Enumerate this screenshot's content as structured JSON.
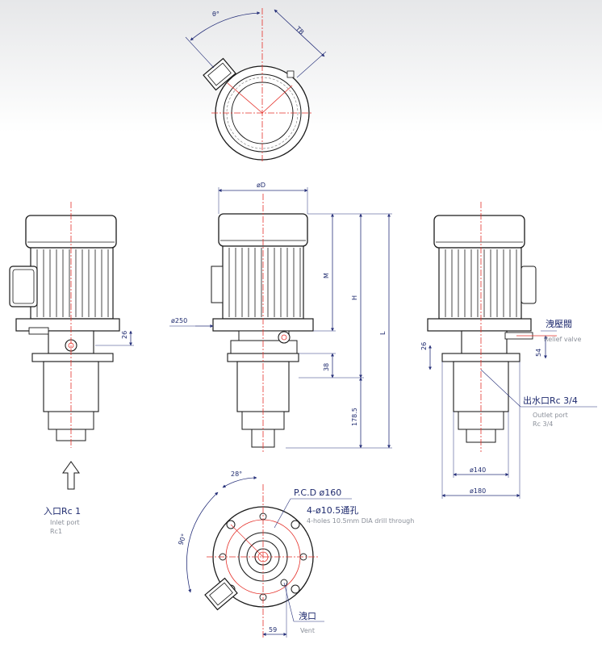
{
  "colors": {
    "outline": "#1a1a1a",
    "dimension": "#27317a",
    "centerline": "#e5312a",
    "label_cn": "#1e2a6e",
    "label_en": "#8a8f99",
    "background_top": "#e9eaec"
  },
  "top_view": {
    "angle_label": "θ°",
    "tb_label": "TB"
  },
  "front_view": {
    "d_label": "øD",
    "flange_label": "ø250",
    "m_label": "M",
    "h_label": "H",
    "l_label": "L",
    "dim_38": "38",
    "dim_178": "178.5"
  },
  "left_view": {
    "dim_26": "26",
    "inlet": {
      "cn": "入口Rc 1",
      "en_1": "Inlet port",
      "en_2": "Rc1"
    }
  },
  "right_view": {
    "dim_26": "26",
    "dim_54": "54",
    "dim_140": "ø140",
    "dim_180": "ø180",
    "relief": {
      "cn": "洩壓閥",
      "en": "Relief valve"
    },
    "outlet": {
      "cn": "出水口Rc 3/4",
      "en_1": "Outlet port",
      "en_2": "Rc 3/4"
    }
  },
  "bottom_view": {
    "angle_28": "28°",
    "angle_90": "90°",
    "pcd": "P.C.D  ø160",
    "holes_cn": "4-ø10.5通孔",
    "holes_en": "4-holes 10.5mm DIA drill through",
    "dim_59": "59",
    "vent": {
      "cn": "洩口",
      "en": "Vent"
    }
  }
}
